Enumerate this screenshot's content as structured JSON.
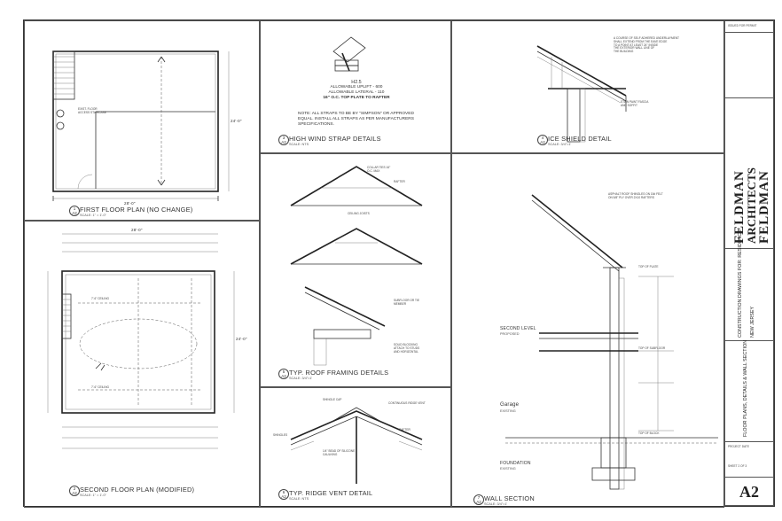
{
  "drawings": {
    "first_floor": {
      "title": "FIRST FLOOR PLAN (NO CHANGE)",
      "scale": "SCALE: 1\" = 1'-0\"",
      "sheet_ref": "A2",
      "detail_no": "1",
      "dim_width": "28'-0\"",
      "dim_depth": "24'-0\""
    },
    "second_floor": {
      "title": "SECOND FLOOR PLAN (MODIFIED)",
      "scale": "SCALE: 1\" = 1'-0\"",
      "sheet_ref": "A2",
      "detail_no": "2",
      "dim_width": "28'-0\"",
      "dim_depth": "24'-0\""
    },
    "high_wind": {
      "title": "HIGH WIND STRAP DETAILS",
      "scale": "SCALE: NTS",
      "sheet_ref": "A2",
      "detail_no": "3",
      "callout_line1": "H2.5",
      "callout_line2": "ALLOWABLE UPLIFT - 600",
      "callout_line3": "ALLOWABLE LATERAL - 110",
      "callout_line4": "16\" O.C. TOP PLATE TO RAFTER",
      "note": "NOTE: ALL STRAPS TO BE BY \"SIMPSON\" OR APPROVED EQUAL. INSTALL ALL STRAPS AS PER MANUFACTURERS SPECIFICATIONS."
    },
    "ice_shield": {
      "title": "ICE SHIELD DETAIL",
      "scale": "SCALE: 3/4\"=1'",
      "sheet_ref": "A2",
      "detail_no": "4"
    },
    "roof_framing": {
      "title": "TYP. ROOF FRAMING DETAILS",
      "scale": "SCALE: 3/4\"=1'",
      "sheet_ref": "A2",
      "detail_no": "5"
    },
    "ridge_vent": {
      "title": "TYP. RIDGE VENT DETAIL",
      "scale": "SCALE: NTS",
      "sheet_ref": "A2",
      "detail_no": "6"
    },
    "wall_section": {
      "title": "WALL SECTION",
      "scale": "SCALE: 3/4\"=1'",
      "sheet_ref": "A2",
      "detail_no": "7",
      "label_garage": "Garage",
      "label_garage_sub": "EXISTING",
      "label_second": "SECOND LEVEL",
      "label_second_sub": "PROPOSED",
      "label_foundation": "FOUNDATION",
      "label_foundation_sub": "EXISTING"
    }
  },
  "title_block": {
    "issued_for": "ISSUED FOR PERMIT",
    "firm_name_1": "FELDMAN",
    "firm_name_2": "ARCHITECTS",
    "firm_name_3": "FELDMAN",
    "project_title": "CONSTRUCTION DRAWINGS FOR: RESIDENCE",
    "location": "NEW JERSEY",
    "sheet_title": "FLOOR PLANS, DETAILS & WALL SECTION",
    "project_label": "PROJECT DATE",
    "sheet_no_label": "SHEET 2 OF 3",
    "sheet_number": "A2"
  }
}
